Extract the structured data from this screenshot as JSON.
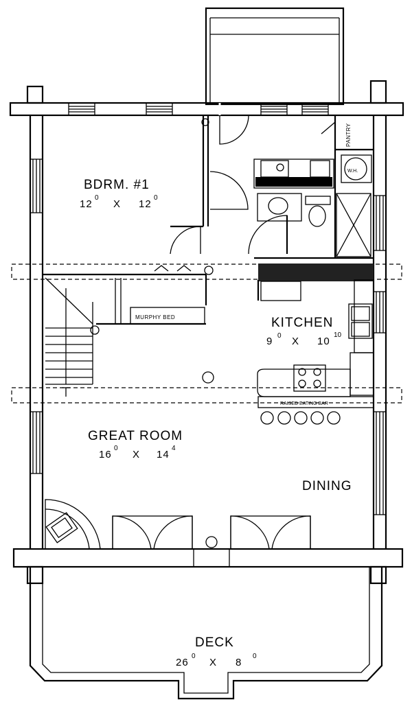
{
  "rooms": {
    "bedroom": {
      "name": "BDRM. #1",
      "w_ft": "12",
      "w_in": "0",
      "x": "X",
      "l_ft": "12",
      "l_in": "0"
    },
    "kitchen": {
      "name": "KITCHEN",
      "w_ft": "9",
      "w_in": "0",
      "x": "X",
      "l_ft": "10",
      "l_in": "10"
    },
    "great_room": {
      "name": "GREAT ROOM",
      "w_ft": "16",
      "w_in": "0",
      "x": "X",
      "l_ft": "14",
      "l_in": "4"
    },
    "dining": {
      "name": "DINING"
    },
    "deck": {
      "name": "DECK",
      "w_ft": "26",
      "w_in": "0",
      "x": "X",
      "l_ft": "8",
      "l_in": "0"
    }
  },
  "fixtures": {
    "pantry": "PANTRY",
    "water_heater": "W.H.",
    "murphy_bed": "MURPHY BED",
    "raised_eating_bar": "RAISED EATING BAR"
  }
}
